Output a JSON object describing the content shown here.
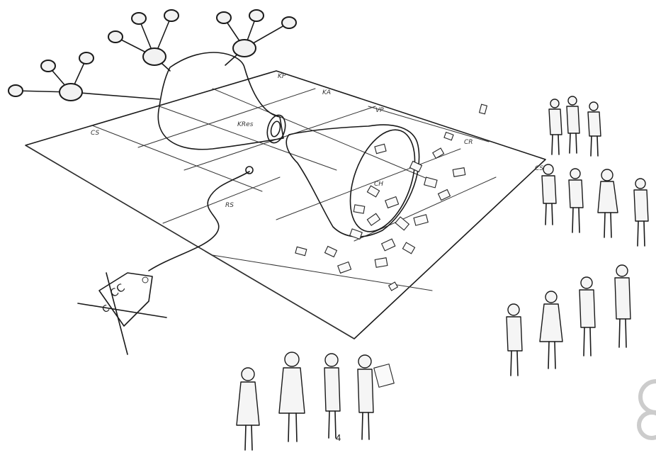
{
  "canvas_blocks": {
    "kp": "KP",
    "ka": "KA",
    "kr": "KRes",
    "vp": "VP",
    "cr": "CR",
    "cs_left": "CS",
    "cs_right": "CS",
    "ch": "CH",
    "rs": "RS"
  },
  "tag_text": "CC",
  "tag_text_2": "C",
  "page_number": "4"
}
